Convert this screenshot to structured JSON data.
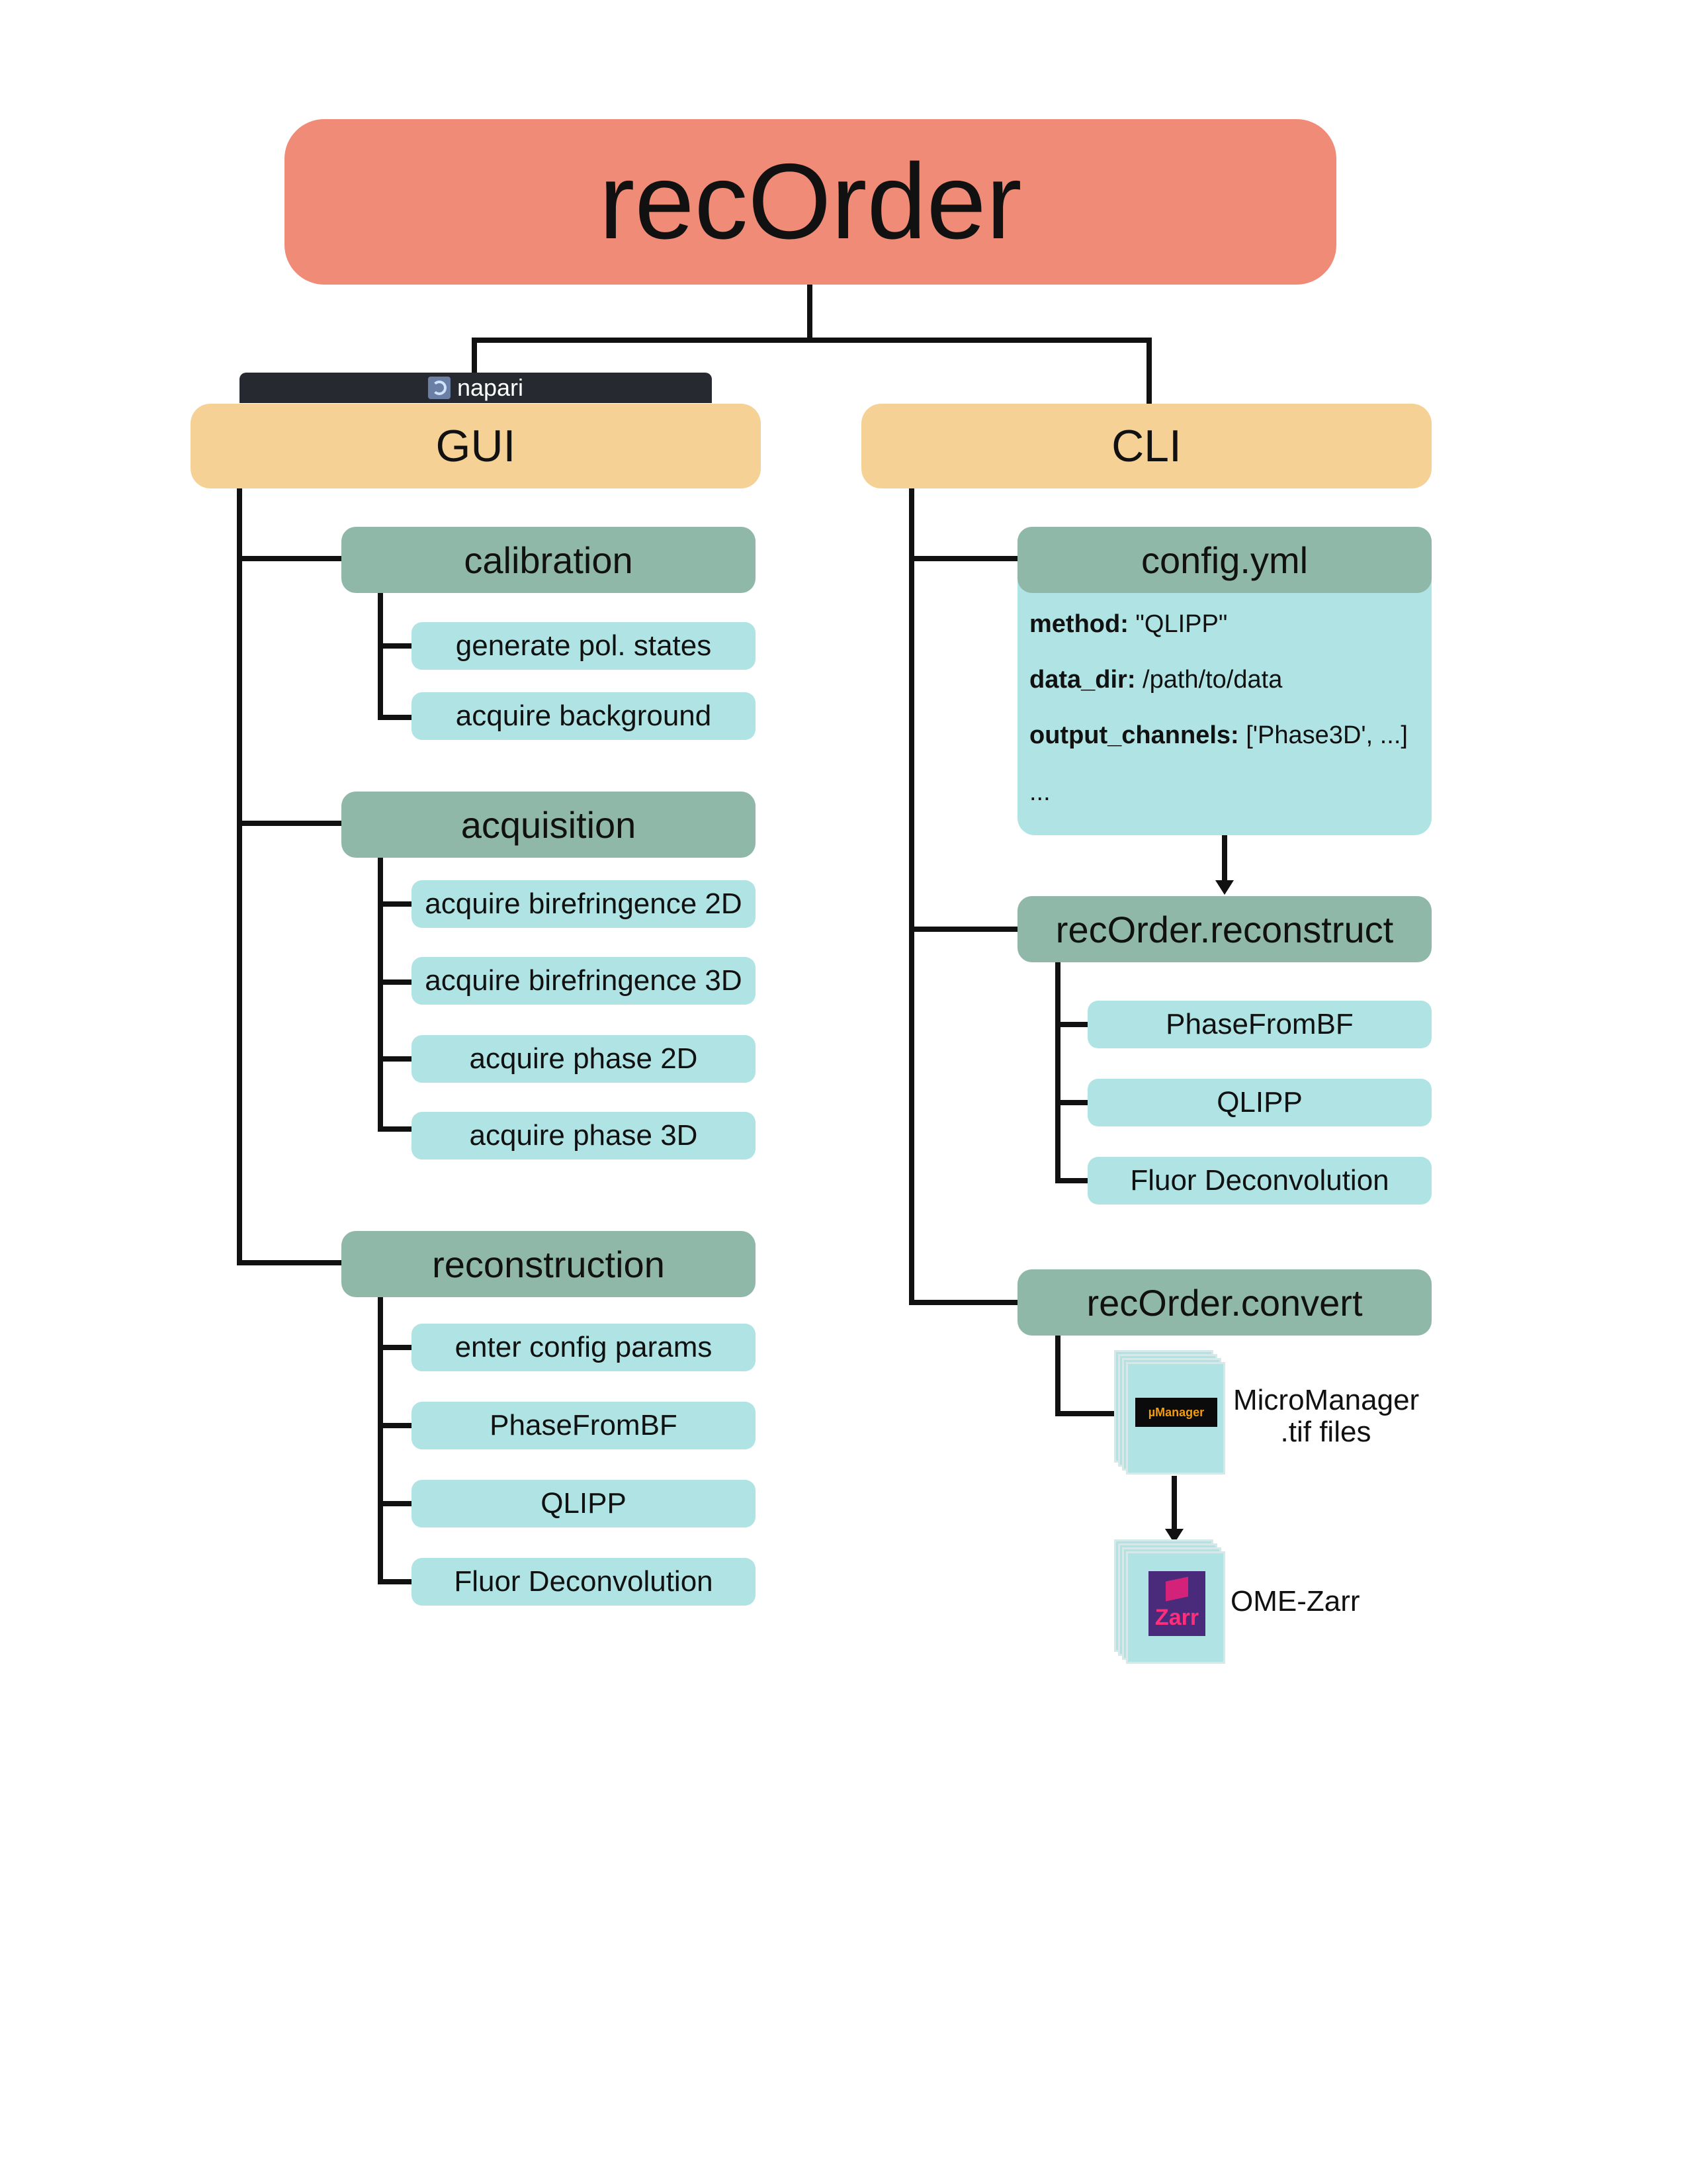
{
  "title": "recOrder",
  "gui": {
    "header": "GUI",
    "napari_label": "napari",
    "categories": [
      {
        "name": "calibration",
        "items": [
          "generate pol. states",
          "acquire background"
        ]
      },
      {
        "name": "acquisition",
        "items": [
          "acquire birefringence 2D",
          "acquire birefringence 3D",
          "acquire phase 2D",
          "acquire phase 3D"
        ]
      },
      {
        "name": "reconstruction",
        "items": [
          "enter config params",
          "PhaseFromBF",
          "QLIPP",
          "Fluor Deconvolution"
        ]
      }
    ]
  },
  "cli": {
    "header": "CLI",
    "config": {
      "name": "config.yml",
      "lines": [
        {
          "key": "method:",
          "value": " \"QLIPP\""
        },
        {
          "key": "data_dir:",
          "value": " /path/to/data"
        },
        {
          "key": "output_channels:",
          "value": " ['Phase3D', ...]"
        },
        {
          "key": "",
          "value": "..."
        }
      ]
    },
    "reconstruct": {
      "name": "recOrder.reconstruct",
      "items": [
        "PhaseFromBF",
        "QLIPP",
        "Fluor Deconvolution"
      ]
    },
    "convert": {
      "name": "recOrder.convert",
      "input_label_line1": "MicroManager",
      "input_label_line2": ".tif files",
      "input_logo_text": "µManager",
      "output_label": "OME-Zarr",
      "output_logo_text": "Zarr"
    }
  },
  "colors": {
    "title": "#f08b77",
    "top_level": "#f5d195",
    "category": "#8fb8a8",
    "leaf": "#b0e4e4",
    "connector": "#111111"
  }
}
